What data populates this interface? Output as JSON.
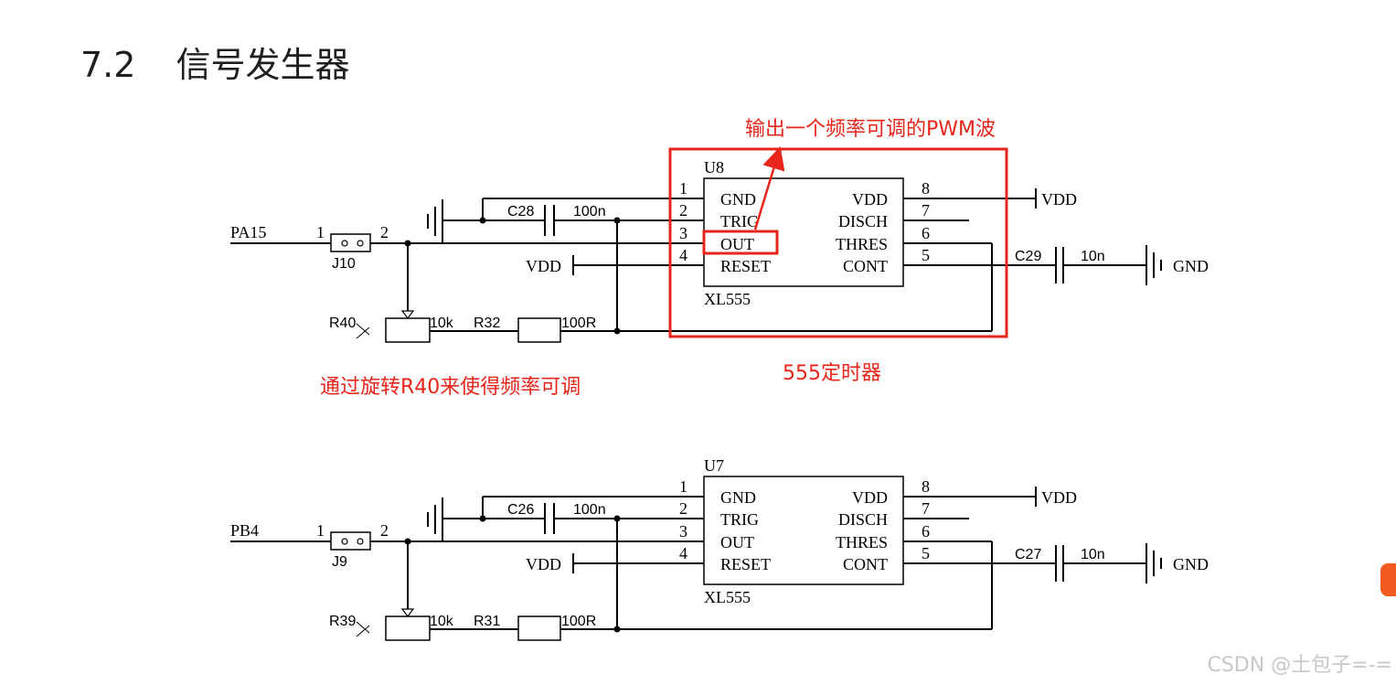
{
  "heading": {
    "number": "7.2",
    "title": "信号发生器"
  },
  "annotations": {
    "pwm_note": "输出一个频率可调的PWM波",
    "timer_note": "555定时器",
    "r40_note": "通过旋转R40来使得频率可调"
  },
  "circuits": [
    {
      "ic_ref": "U8",
      "ic_part": "XL555",
      "pins": {
        "p1": "1",
        "p2": "2",
        "p3": "3",
        "p4": "4",
        "p5": "5",
        "p6": "6",
        "p7": "7",
        "p8": "8",
        "gnd": "GND",
        "trig": "TRIG",
        "out": "OUT",
        "reset": "RESET",
        "vdd": "VDD",
        "disch": "DISCH",
        "thres": "THRES",
        "cont": "CONT"
      },
      "net_in": "PA15",
      "jumper": "J10",
      "jumper_pin1": "1",
      "jumper_pin2": "2",
      "cap1": "C28",
      "cap1_value": "100n",
      "cap2": "C29",
      "cap2_value": "10n",
      "pot": "R40",
      "pot_value": "10k",
      "res": "R32",
      "res_value": "100R",
      "vdd_left": "VDD",
      "vdd_right": "VDD",
      "gnd_right": "GND"
    },
    {
      "ic_ref": "U7",
      "ic_part": "XL555",
      "pins": {
        "p1": "1",
        "p2": "2",
        "p3": "3",
        "p4": "4",
        "p5": "5",
        "p6": "6",
        "p7": "7",
        "p8": "8",
        "gnd": "GND",
        "trig": "TRIG",
        "out": "OUT",
        "reset": "RESET",
        "vdd": "VDD",
        "disch": "DISCH",
        "thres": "THRES",
        "cont": "CONT"
      },
      "net_in": "PB4",
      "jumper": "J9",
      "jumper_pin1": "1",
      "jumper_pin2": "2",
      "cap1": "C26",
      "cap1_value": "100n",
      "cap2": "C27",
      "cap2_value": "10n",
      "pot": "R39",
      "pot_value": "10k",
      "res": "R31",
      "res_value": "100R",
      "vdd_left": "VDD",
      "vdd_right": "VDD",
      "gnd_right": "GND"
    }
  ],
  "watermark": "CSDN @土包子=-=",
  "colors": {
    "annotation": "#e8251b",
    "wire": "#000000"
  }
}
